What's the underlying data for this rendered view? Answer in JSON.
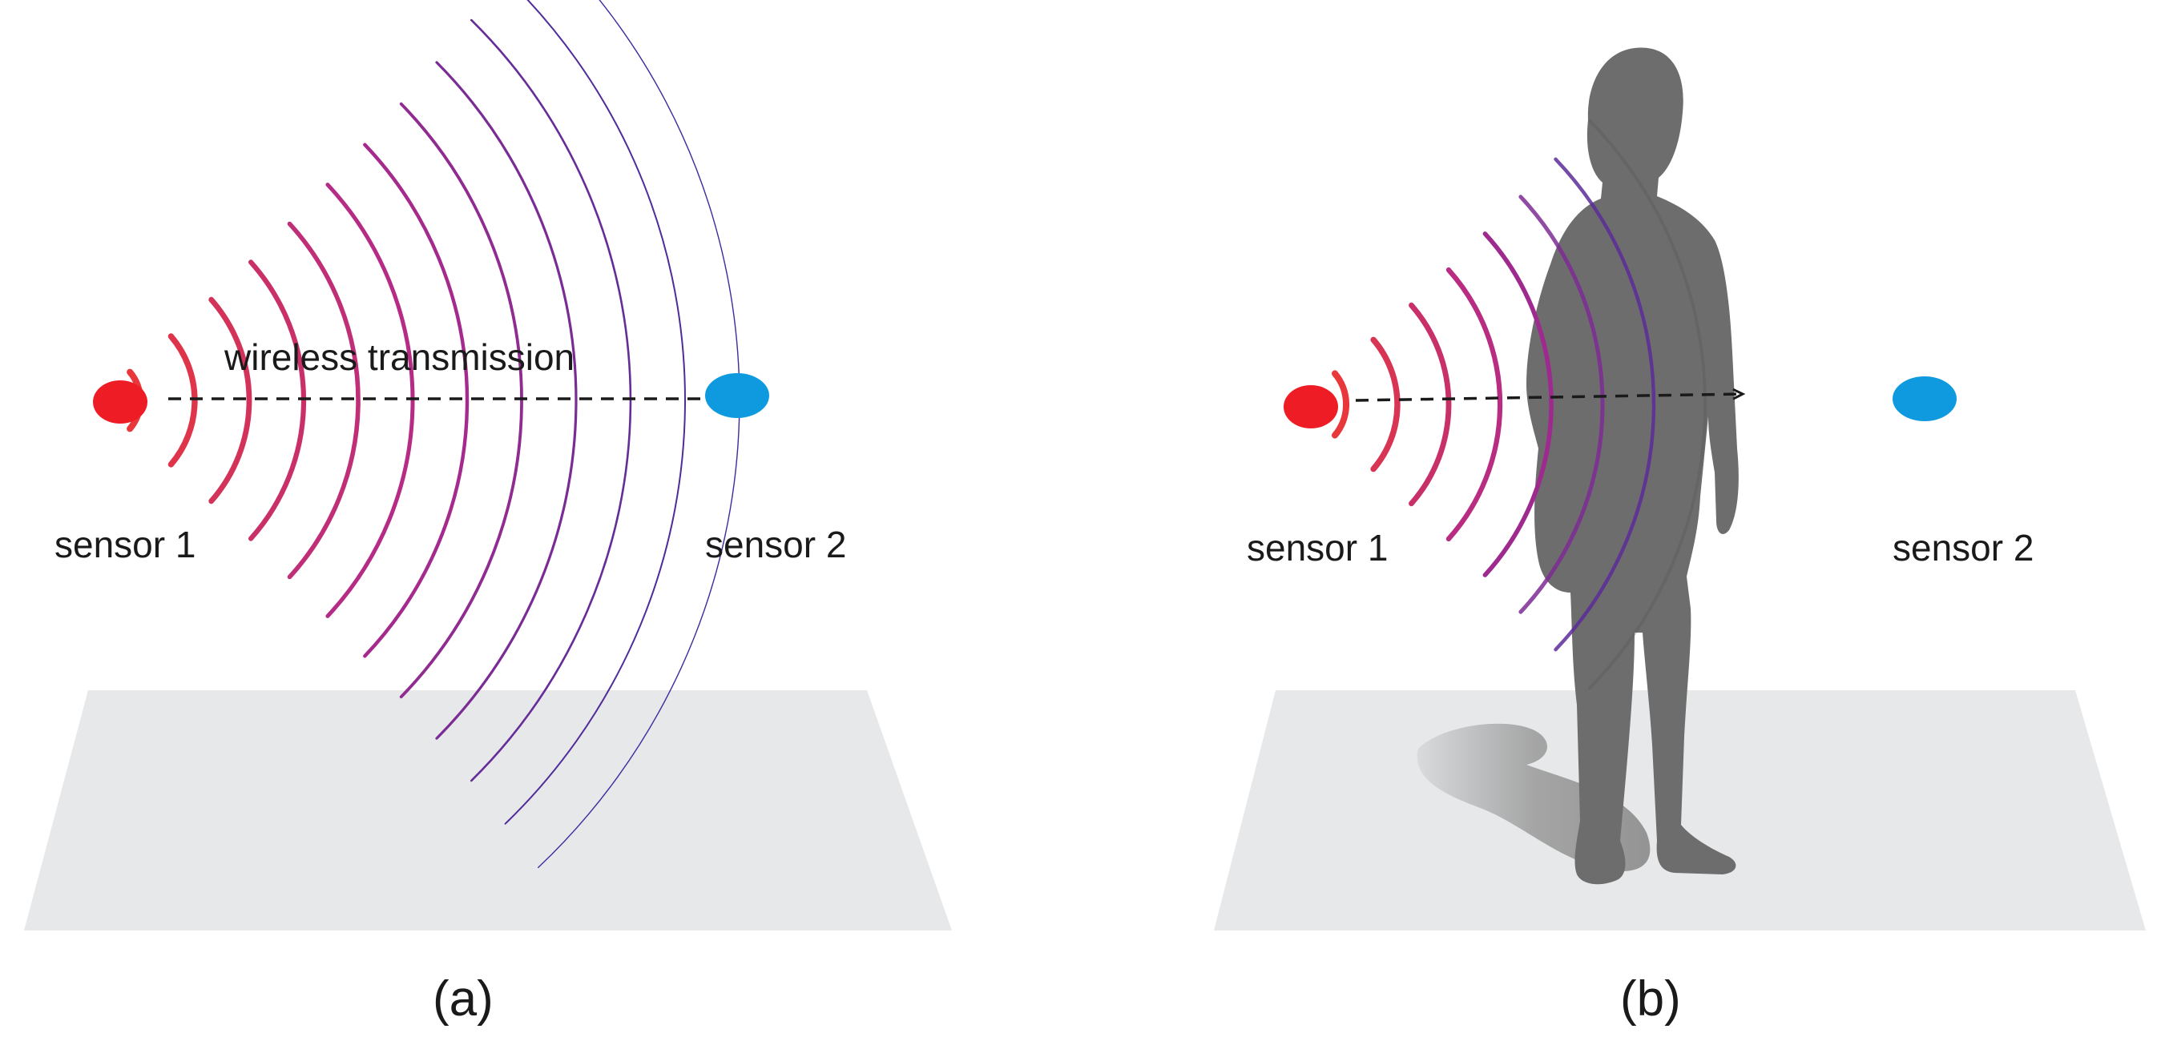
{
  "colors": {
    "transmitter": "#ee1c25",
    "receiver": "#0f9ae0",
    "wave_near": "#e8383c",
    "wave_mid": "#b02a8c",
    "wave_far": "#3b2d9e",
    "floor": "#e6e8ea",
    "person": "#6d6d6d",
    "shadow": "#8f8f8f"
  },
  "panels": [
    {
      "caption": "(a)",
      "sensor1_label": "sensor 1",
      "sensor2_label": "sensor 2",
      "transmission_label": "wireless transmission",
      "wave_count": 12,
      "obstructed": false
    },
    {
      "caption": "(b)",
      "sensor1_label": "sensor 1",
      "sensor2_label": "sensor 2",
      "wave_count": 8,
      "obstructed": true
    }
  ]
}
